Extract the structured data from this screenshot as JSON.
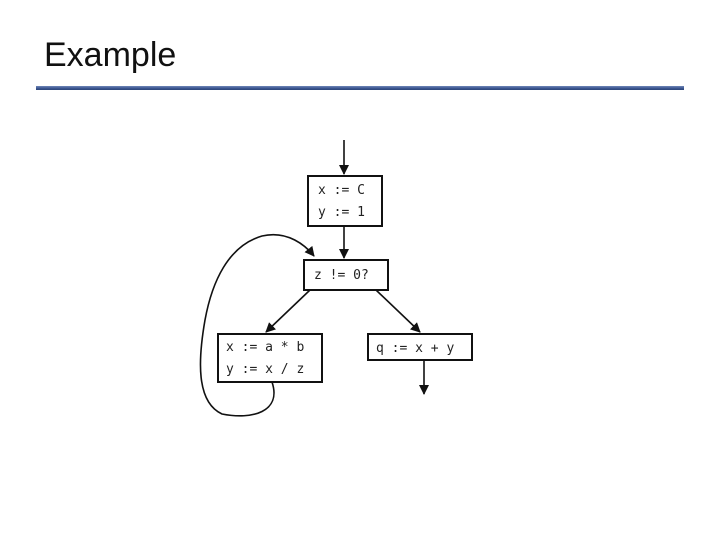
{
  "slide": {
    "title": "Example"
  },
  "diagram": {
    "blocks": {
      "init": {
        "line1": "x := C",
        "line2": "y := 1"
      },
      "test": {
        "line1": "z != 0?"
      },
      "loop_body": {
        "line1": "x := a * b",
        "line2": "y := x / z"
      },
      "exit": {
        "line1": "q := x + y"
      }
    }
  }
}
